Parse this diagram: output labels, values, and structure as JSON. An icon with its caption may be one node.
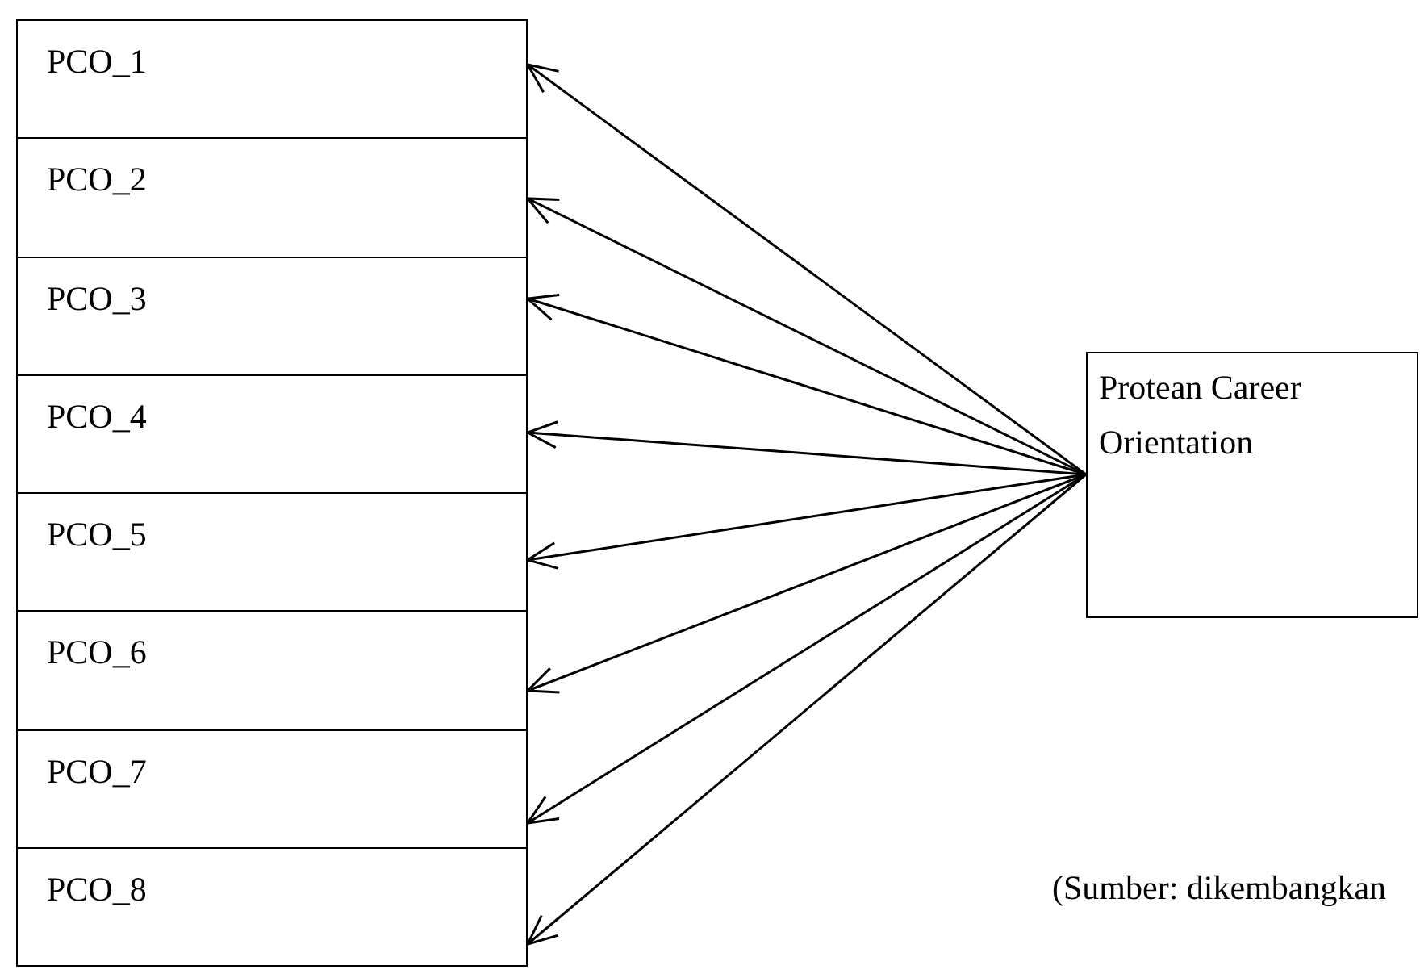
{
  "diagram": {
    "nodes": [
      {
        "text": [
          "PCO_1"
        ]
      },
      {
        "text": [
          "PCO_2"
        ]
      },
      {
        "text": [
          "PCO_3"
        ]
      },
      {
        "text": [
          "PCO_4"
        ]
      },
      {
        "text": [
          "PCO_5"
        ]
      },
      {
        "text": [
          "PCO_6"
        ]
      },
      {
        "text": [
          "PCO_7"
        ]
      },
      {
        "text": [
          "PCO_8"
        ]
      },
      {
        "text": [
          "Protean Career Orientation"
        ]
      }
    ],
    "edges": [
      {
        "from": 8,
        "to": 0,
        "arrow": "to"
      },
      {
        "from": 8,
        "to": 1,
        "arrow": "to"
      },
      {
        "from": 8,
        "to": 2,
        "arrow": "to"
      },
      {
        "from": 8,
        "to": 3,
        "arrow": "to"
      },
      {
        "from": 8,
        "to": 4,
        "arrow": "to"
      },
      {
        "from": 8,
        "to": 5,
        "arrow": "to"
      },
      {
        "from": 8,
        "to": 6,
        "arrow": "to"
      },
      {
        "from": 8,
        "to": 7,
        "arrow": "to"
      }
    ],
    "labels": [
      "(Sumber: dikembangkan"
    ]
  }
}
